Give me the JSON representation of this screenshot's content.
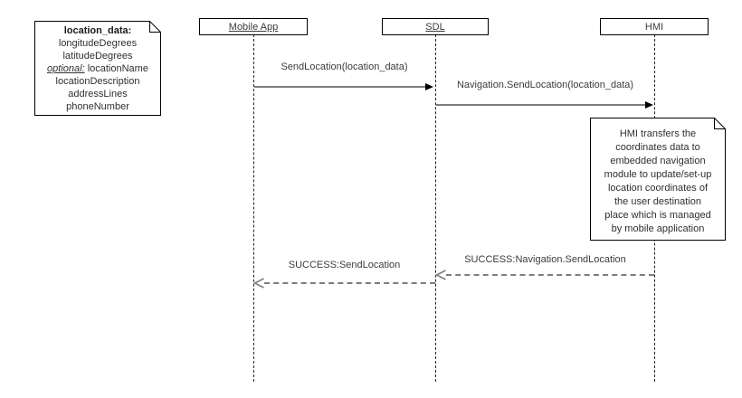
{
  "diagram": {
    "type": "uml-sequence-diagram",
    "colors": {
      "background": "#ffffff",
      "box_border": "#000000",
      "message_line": "#7d7d7d",
      "text": "#3b3b3b"
    },
    "actors": [
      {
        "label": "Mobile App",
        "underlined": true
      },
      {
        "label": "SDL",
        "underlined": true
      },
      {
        "label": "HMI",
        "underlined": false
      }
    ],
    "location_note": {
      "title": "location_data:",
      "line1": "longitudeDegrees",
      "line2": "latitudeDegrees",
      "line3_prefix": "optional:",
      "line3_rest": "locationName",
      "line4": "locationDescription",
      "line5": "addressLines",
      "line6": "phoneNumber"
    },
    "hmi_note": {
      "line1": "HMI transfers the",
      "line2": "coordinates data to",
      "line3": "embedded navigation",
      "line4": "module to update/set-up",
      "line5": "location coordinates of",
      "line6": "the user destination",
      "line7": "place which is managed",
      "line8": "by mobile application"
    },
    "messages": [
      {
        "label": "SendLocation(location_data)",
        "type": "solid",
        "from": "Mobile App",
        "to": "SDL"
      },
      {
        "label": "Navigation.SendLocation(location_data)",
        "type": "solid",
        "from": "SDL",
        "to": "HMI"
      },
      {
        "label": "SUCCESS:Navigation.SendLocation",
        "type": "dashed",
        "from": "HMI",
        "to": "SDL"
      },
      {
        "label": "SUCCESS:SendLocation",
        "type": "dashed",
        "from": "SDL",
        "to": "Mobile App"
      }
    ]
  }
}
